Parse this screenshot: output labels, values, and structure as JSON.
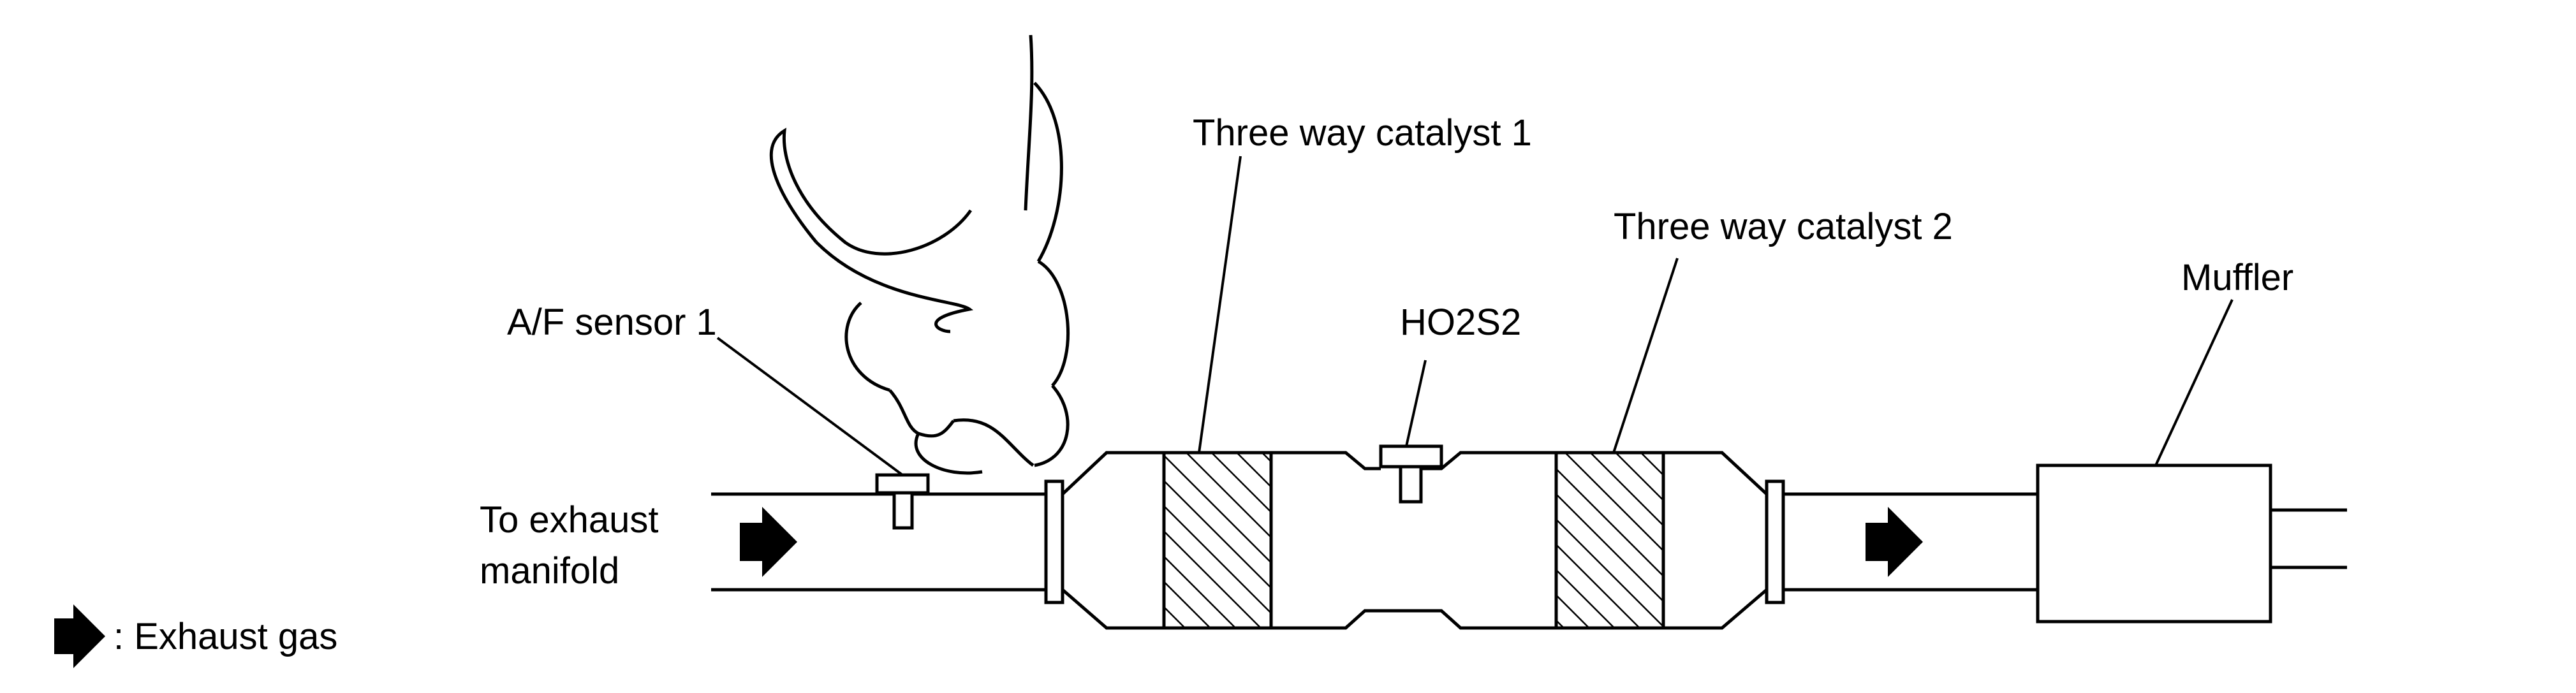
{
  "labels": {
    "af_sensor": "A/F sensor 1",
    "catalyst_1": "Three way catalyst 1",
    "catalyst_2": "Three way catalyst 2",
    "ho2s2": "HO2S2",
    "muffler": "Muffler",
    "to_manifold_line1": "To exhaust",
    "to_manifold_line2": "manifold",
    "legend_text": ": Exhaust gas"
  },
  "icons": {
    "flow_arrow": "right-arrow-filled-icon",
    "engine_outline": "engine-cloud-outline-icon"
  },
  "colors": {
    "stroke": "#000000",
    "background": "#ffffff"
  }
}
